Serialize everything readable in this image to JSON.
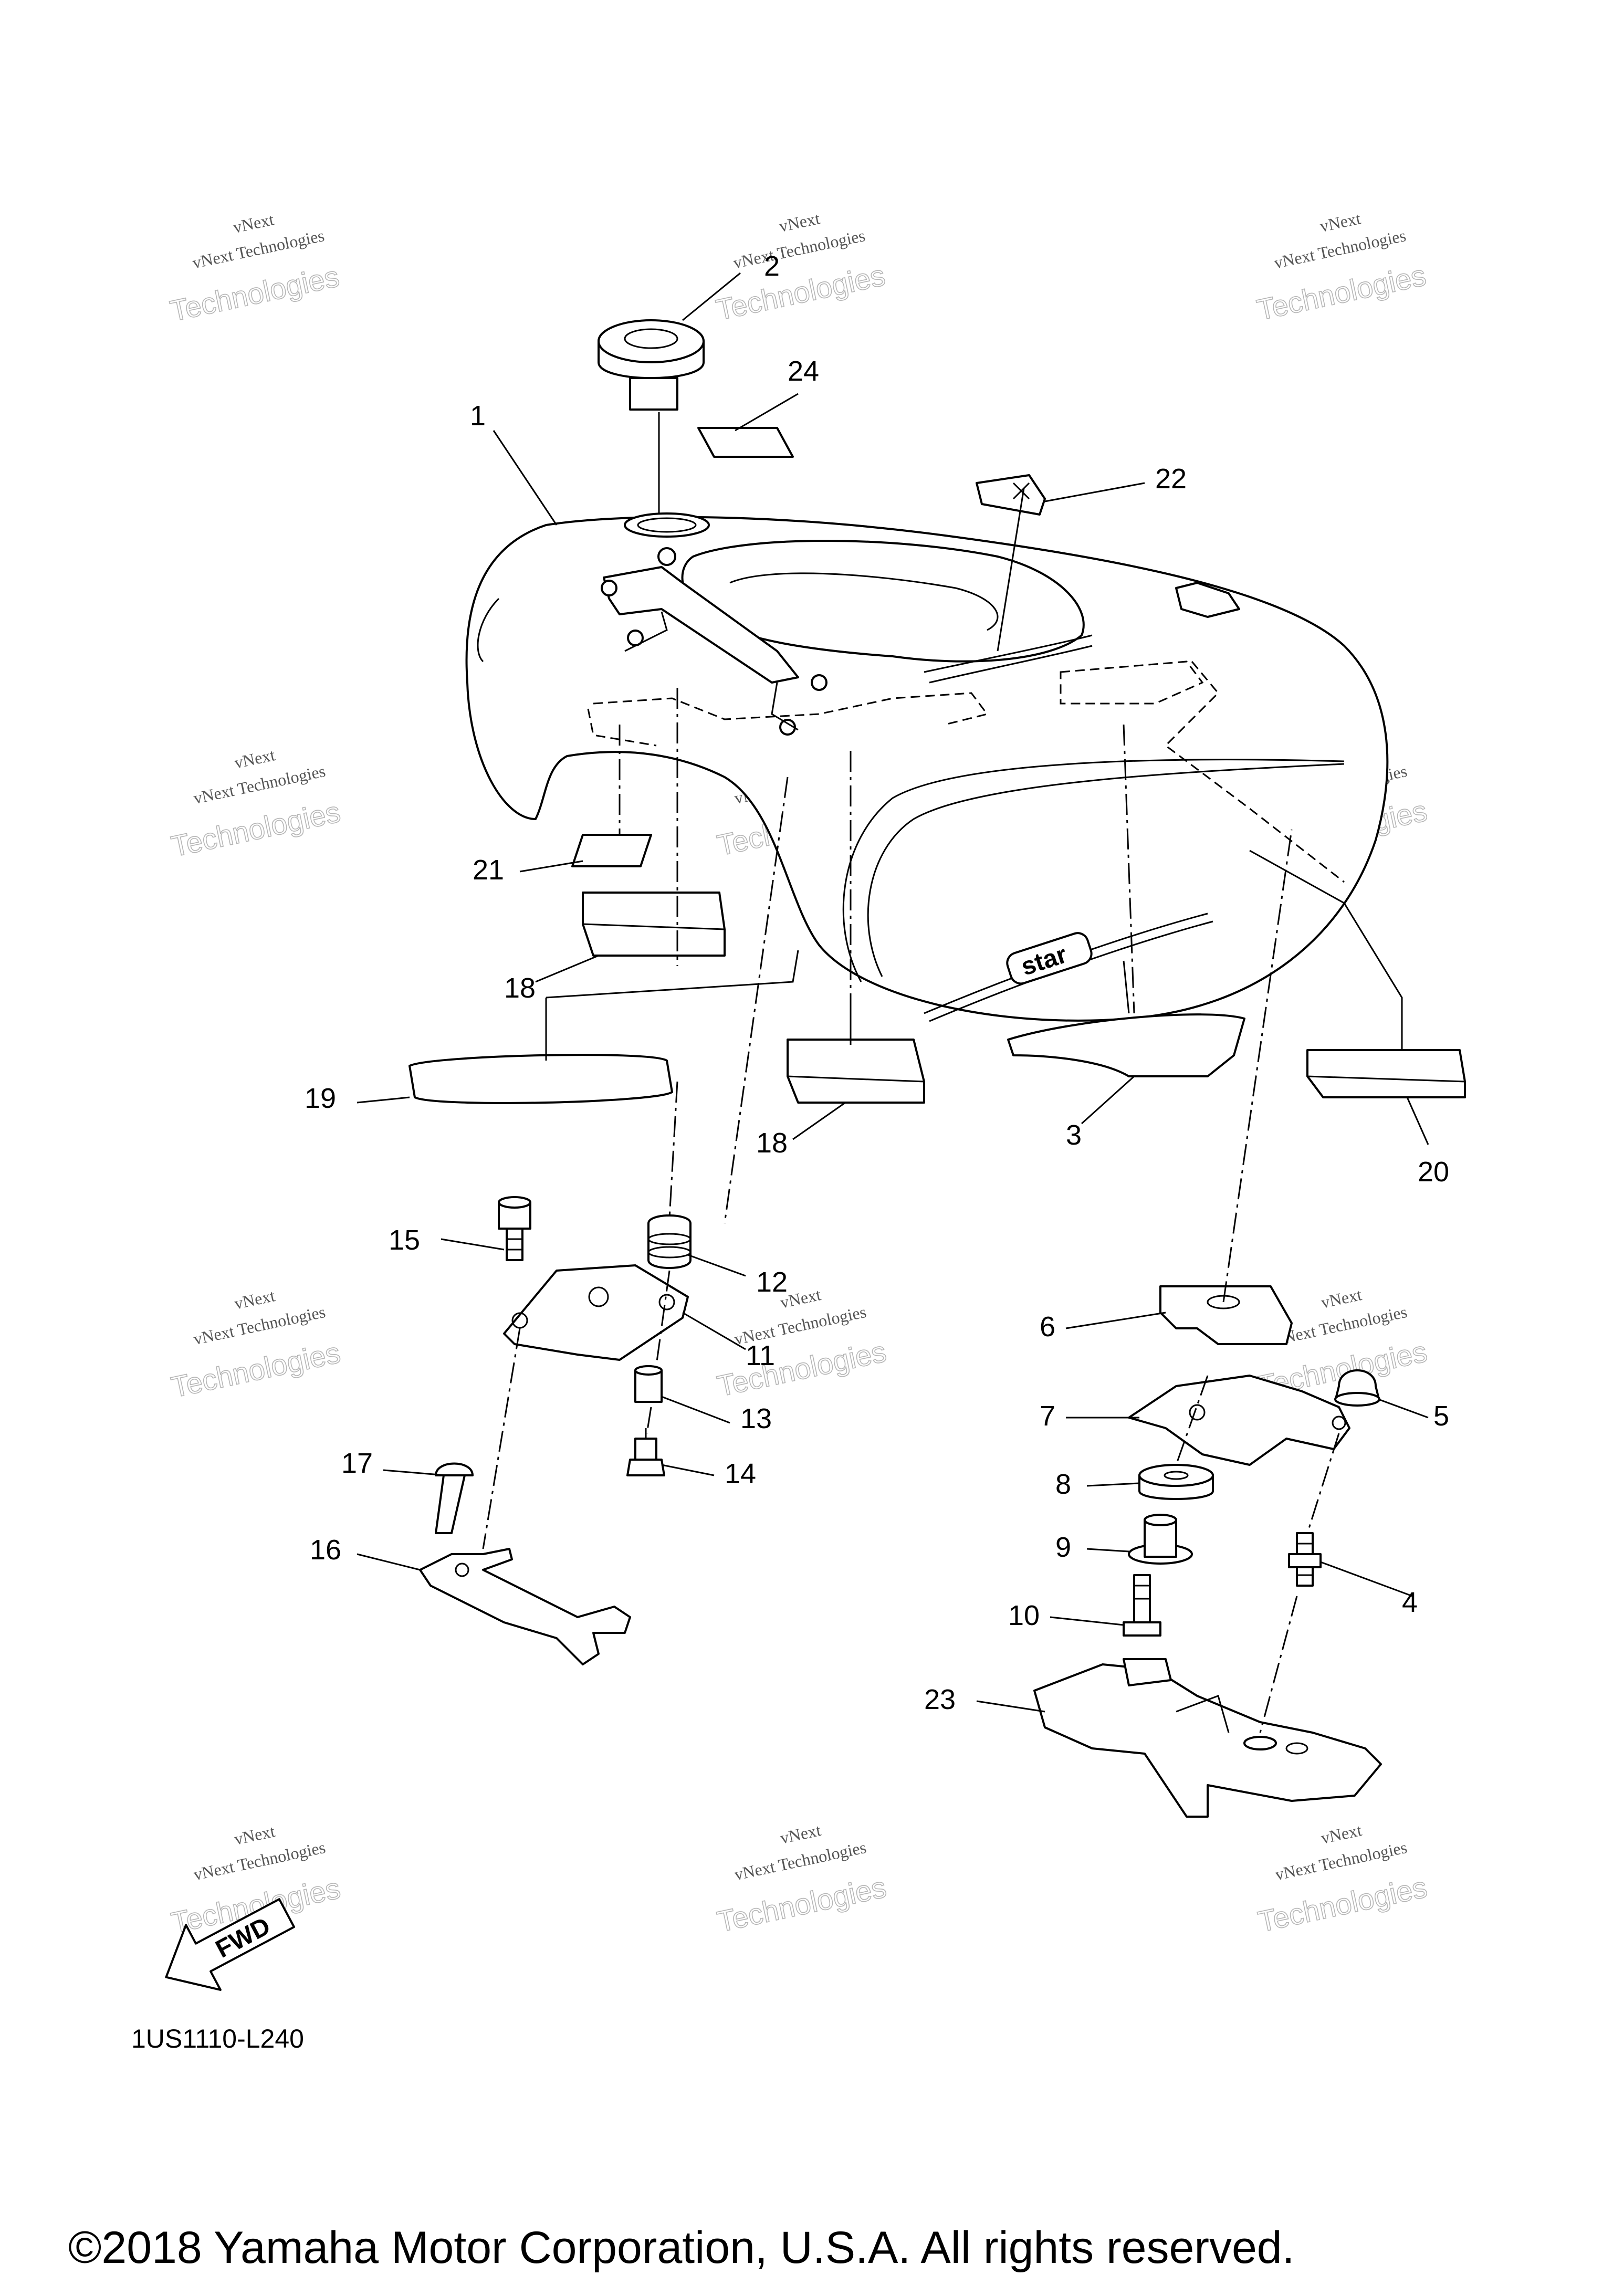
{
  "diagram": {
    "callouts": [
      "1",
      "2",
      "3",
      "4",
      "5",
      "6",
      "7",
      "8",
      "9",
      "10",
      "11",
      "12",
      "13",
      "14",
      "15",
      "16",
      "17",
      "18",
      "18",
      "19",
      "20",
      "21",
      "22",
      "23",
      "24"
    ],
    "drawing_code": "1US1110-L240",
    "fwd_marker": "FWD",
    "copyright": "©2018 Yamaha Motor Corporation, U.S.A. All rights reserved.",
    "watermark": {
      "line1": "vNext",
      "line2": "vNext Technologies",
      "big": "Technologies"
    },
    "logo_text": "star"
  }
}
